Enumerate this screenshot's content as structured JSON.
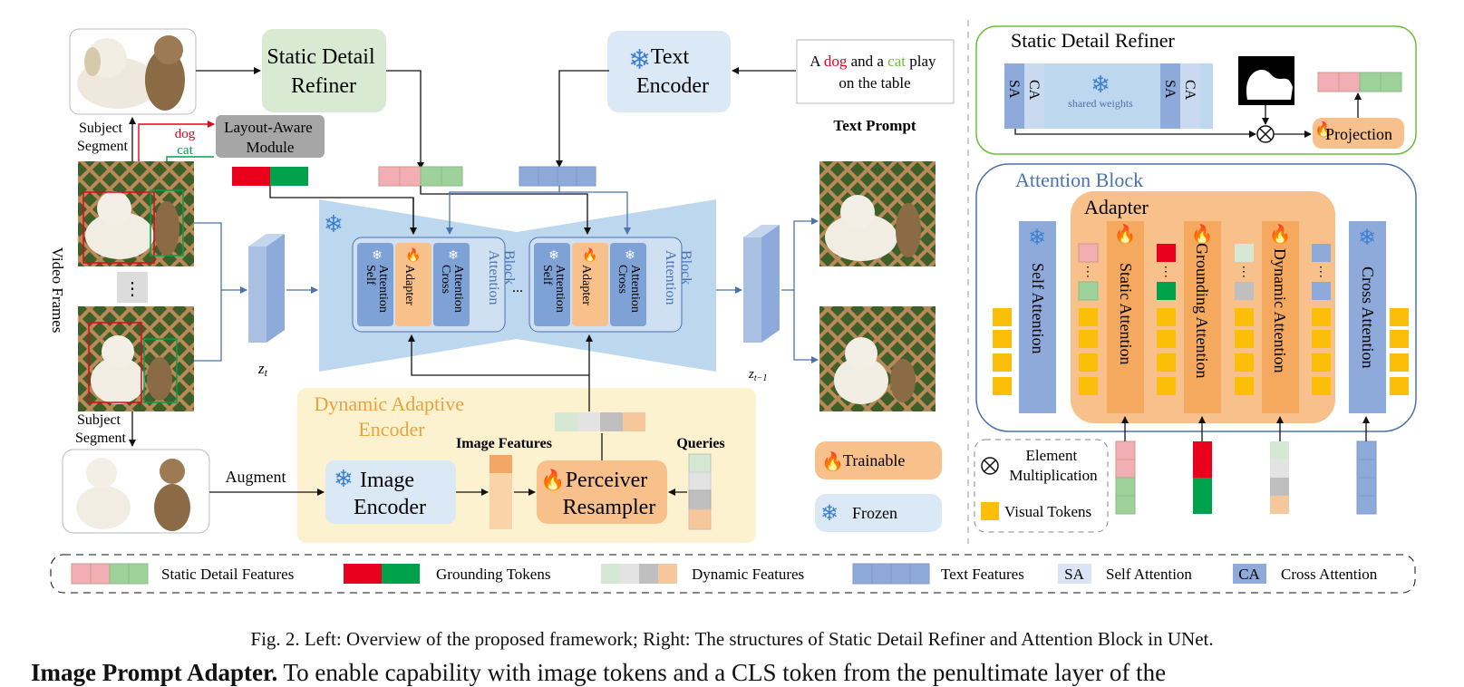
{
  "colors": {
    "static_red": "#f2aeb4",
    "static_green": "#9fd19a",
    "ground_red": "#e8001c",
    "ground_green": "#00a14b",
    "text_blue": "#8eaadb",
    "frozen_blue": "#9db7e0",
    "adapter_orange": "#f8c08a",
    "unet_blue": "#bdd7ee",
    "visual_token": "#fbbf0a",
    "dynamic_green": "#d5e8d4",
    "dynamic_grey": "#bfbfbf",
    "dynamic_orange": "#f6c79b"
  },
  "left": {
    "static_detail_refiner": [
      "Static Detail",
      "Refiner"
    ],
    "text_encoder": [
      "Text",
      "Encoder"
    ],
    "text_prompt": {
      "line1": [
        "A ",
        "dog",
        " and a ",
        "cat",
        " play"
      ],
      "line2": "on the table",
      "title": "Text Prompt"
    },
    "layout_aware": [
      "Layout-Aware",
      "Module"
    ],
    "dog": "dog",
    "cat": "cat",
    "subject_segment_top": [
      "Subject",
      "Segment"
    ],
    "subject_segment_bottom": [
      "Subject",
      "Segment"
    ],
    "video_frames": "Video Frames",
    "ellipsis": "⋮",
    "zt": "z",
    "zt_sub": "t",
    "zt1": "z",
    "zt1_sub": "t−1",
    "attention_block": [
      "Attention",
      "Block"
    ],
    "self_attention": [
      "Self",
      "Attention"
    ],
    "adapter": "Adapter",
    "cross_attention": [
      "Cross",
      "Attention"
    ],
    "unet_ellipsis": "...",
    "dynamic_encoder_title": [
      "Dynamic Adaptive",
      "Encoder"
    ],
    "image_features": "Image Features",
    "queries": "Queries",
    "augment": "Augment",
    "image_encoder": [
      "Image",
      "Encoder"
    ],
    "perceiver": [
      "Perceiver",
      "Resampler"
    ],
    "trainable": "Trainable",
    "frozen": "Frozen"
  },
  "right": {
    "sdr_title": "Static Detail Refiner",
    "sa": "SA",
    "ca": "CA",
    "shared_weights": "shared weights",
    "projection": "Projection",
    "attention_block_title": "Attention Block",
    "adapter_title": "Adapter",
    "self_attention": "Self Attention",
    "static_attention": "Static Attention",
    "grounding_attention": "Grounding Attention",
    "dynamic_attention": "Dynamic Attention",
    "cross_attention": "Cross Attention",
    "element_mult": [
      "Element",
      "Multiplication"
    ],
    "visual_tokens": "Visual Tokens"
  },
  "legend": {
    "static": "Static Detail Features",
    "grounding": "Grounding Tokens",
    "dynamic": "Dynamic Features",
    "text": "Text Features",
    "sa": "SA",
    "sa_label": "Self Attention",
    "ca": "CA",
    "ca_label": "Cross Attention"
  },
  "caption": "Fig. 2.  Left: Overview of the proposed framework; Right: The structures of Static Detail Refiner and Attention Block in UNet.",
  "body_bold": "Image Prompt Adapter.",
  "body_rest": " To enable capability with image   tokens and a CLS token from the penultimate layer of the"
}
